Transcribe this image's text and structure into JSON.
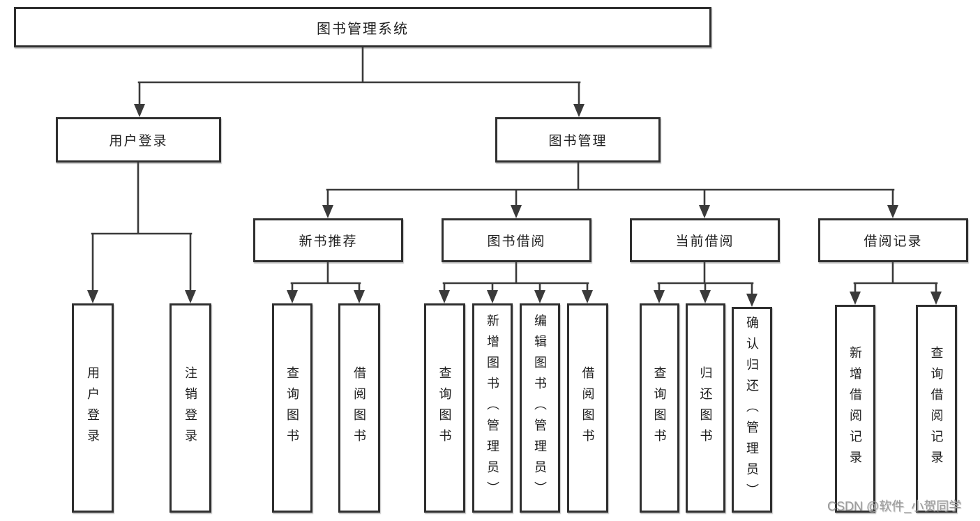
{
  "tree": {
    "root": {
      "label": "图书管理系统"
    },
    "branches": [
      {
        "label": "用户登录",
        "children": [
          {
            "label": "用户登录"
          },
          {
            "label": "注销登录"
          }
        ]
      },
      {
        "label": "图书管理",
        "children": [
          {
            "label": "新书推荐",
            "children": [
              {
                "label": "查询图书"
              },
              {
                "label": "借阅图书"
              }
            ]
          },
          {
            "label": "图书借阅",
            "children": [
              {
                "label": "查询图书"
              },
              {
                "label": "新增图书（管理员）"
              },
              {
                "label": "编辑图书（管理员）"
              },
              {
                "label": "借阅图书"
              }
            ]
          },
          {
            "label": "当前借阅",
            "children": [
              {
                "label": "查询图书"
              },
              {
                "label": "归还图书"
              },
              {
                "label": "确认归还（管理员）"
              }
            ]
          },
          {
            "label": "借阅记录",
            "children": [
              {
                "label": "新增借阅记录"
              },
              {
                "label": "查询借阅记录"
              }
            ]
          }
        ]
      }
    ]
  },
  "watermark": "CSDN @软件_小贺同学",
  "colors": {
    "line": "#3a3a3a",
    "box_border": "#2f2f2f",
    "box_fill": "#ffffff",
    "text": "#1f1f1f",
    "watermark": "#9b9b9b",
    "background": "#ffffff"
  }
}
